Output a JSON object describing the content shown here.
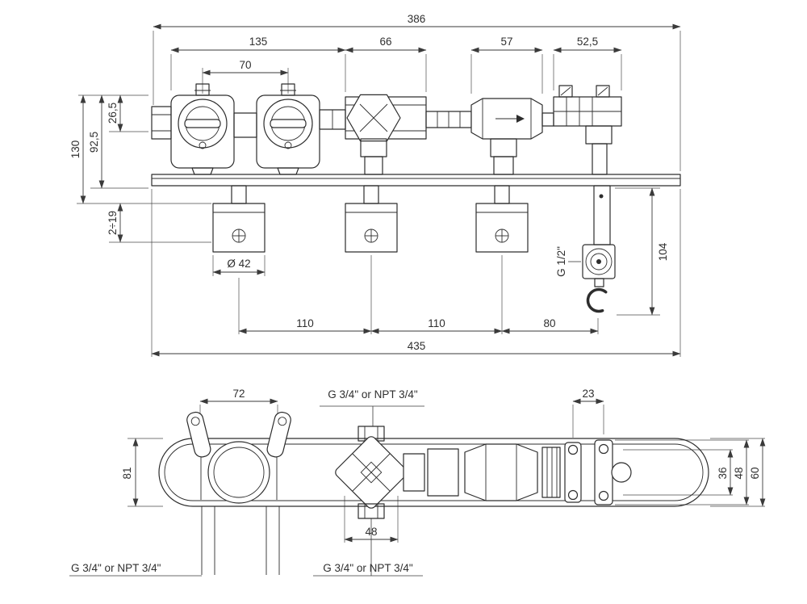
{
  "sheet": {
    "background": "#ffffff",
    "line_color": "#2d2d2d",
    "dim_color": "#3a3a3a"
  },
  "front_view": {
    "dims": {
      "overall_top": "386",
      "left_module": "135",
      "handle_spacing": "70",
      "diverter_width": "66",
      "check_valve_width": "57",
      "outlet_width": "52,5",
      "top_offset": "26,5",
      "plate_offset": "92,5",
      "overall_height": "130",
      "wall_depth_range": "2÷19",
      "hole_diameter": "Ø 42",
      "outlet_thread": "G 1/2\"",
      "holder_height": "104",
      "spacing_1": "110",
      "spacing_2": "110",
      "spacing_3": "80",
      "plate_width": "435"
    }
  },
  "plan_view": {
    "dims": {
      "handle_span": "72",
      "top_port_thread": "G 3/4\" or NPT 3/4\"",
      "bracket_spacing": "23",
      "body_height": "81",
      "h_36": "36",
      "h_48": "48",
      "h_60": "60",
      "port_span": "48",
      "left_port_thread": "G 3/4\" or NPT 3/4\"",
      "center_port_thread": "G 3/4\" or NPT 3/4\""
    }
  }
}
